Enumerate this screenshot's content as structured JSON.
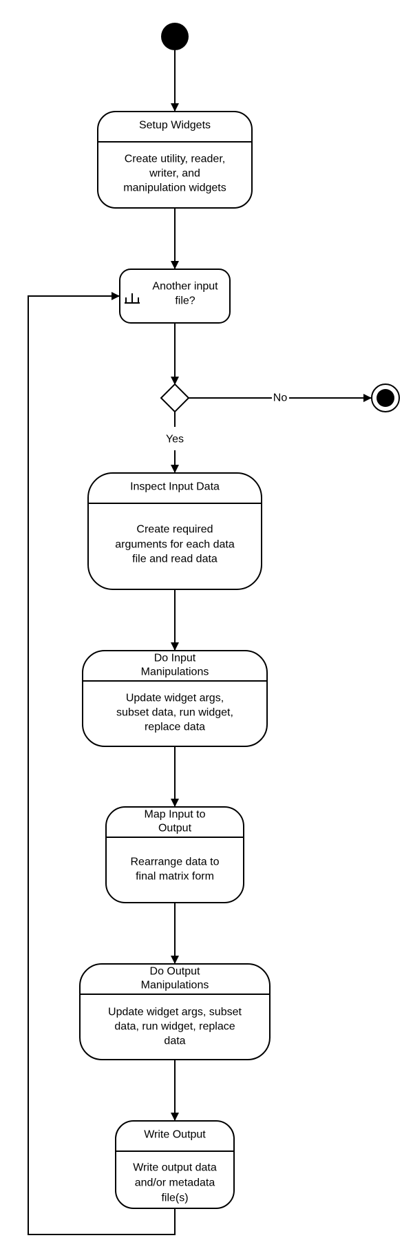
{
  "diagram": {
    "states": [
      {
        "id": "setup",
        "title": [
          "Setup Widgets"
        ],
        "body": [
          "Create utility, reader,",
          "writer, and",
          "manipulation widgets"
        ]
      },
      {
        "id": "another",
        "title": [
          "Another input",
          "file?"
        ]
      },
      {
        "id": "inspect",
        "title": [
          "Inspect Input Data"
        ],
        "body": [
          "Create required",
          "arguments for each data",
          "file and read data"
        ]
      },
      {
        "id": "input-manip",
        "title": [
          "Do Input",
          "Manipulations"
        ],
        "body": [
          "Update widget args,",
          "subset data, run widget,",
          "replace data"
        ]
      },
      {
        "id": "map",
        "title": [
          "Map Input to",
          "Output"
        ],
        "body": [
          "Rearrange data to",
          "final matrix form"
        ]
      },
      {
        "id": "output-manip",
        "title": [
          "Do Output",
          "Manipulations"
        ],
        "body": [
          "Update widget args, subset",
          "data, run widget, replace",
          "data"
        ]
      },
      {
        "id": "write",
        "title": [
          "Write Output"
        ],
        "body": [
          "Write output data",
          "and/or metadata",
          "file(s)"
        ]
      }
    ],
    "decision": {
      "yes_label": "Yes",
      "no_label": "No"
    },
    "icons": {
      "start": "initial-node-icon",
      "end": "final-node-icon",
      "subactivity": "rake-icon"
    }
  }
}
